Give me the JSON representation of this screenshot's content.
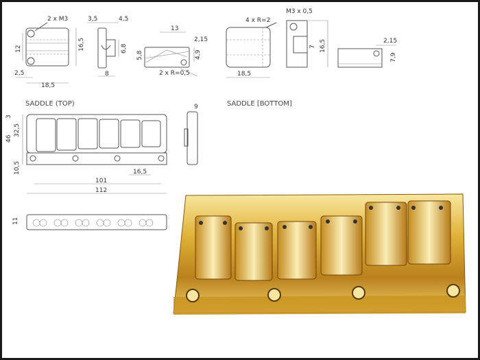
{
  "titles": {
    "saddle_top": "SADDLE (TOP)",
    "saddle_bottom": "SADDLE [BOTTOM]"
  },
  "dims": {
    "m3_holes": "2 x M3",
    "d3_5": "3,5",
    "d4_5": "4,5",
    "d13": "13",
    "d2_15a": "2,15",
    "d12": "12",
    "d16_5a": "16,5",
    "d6_8": "6,8",
    "d5_8": "5,8",
    "d4_9": "4,9",
    "d2_5": "2,5",
    "d8": "8",
    "r0_5": "2 x R=0,5",
    "d18_5a": "18,5",
    "d9": "9",
    "r2": "4 x R=2",
    "m3_thread": "M3 x 0,5",
    "d7": "7",
    "d16_5b": "16,5",
    "d2_15b": "2,15",
    "d7_9": "7,9",
    "d18_5b": "18,5",
    "d3": "3",
    "d32_5": "32,5",
    "d46": "46",
    "d10_5": "10,5",
    "d16_5c": "16,5",
    "d101": "101",
    "d112": "112",
    "d11": "11"
  },
  "colors": {
    "gold_light": "#f7e08a",
    "gold_mid": "#d9a92a",
    "gold_dark": "#8a5a10"
  }
}
